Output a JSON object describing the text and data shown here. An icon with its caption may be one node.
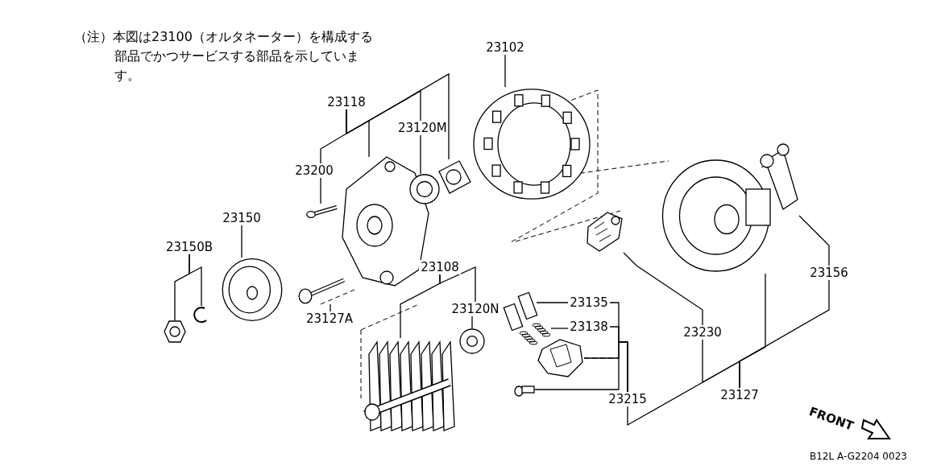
{
  "diagram": {
    "nodes": [
      {
        "text": [
          "23102"
        ]
      },
      {
        "text": [],
        "shape": "picture"
      },
      {
        "text": [
          "23118"
        ]
      },
      {
        "text": [
          "23120M"
        ]
      },
      {
        "text": [
          "23200"
        ]
      },
      {
        "text": [],
        "shape": "picture"
      },
      {
        "text": [],
        "shape": "picture"
      },
      {
        "text": [],
        "shape": "picture"
      },
      {
        "text": [],
        "shape": "picture"
      },
      {
        "text": [
          "23150"
        ]
      },
      {
        "text": [],
        "shape": "picture"
      },
      {
        "text": [
          "23150B"
        ]
      },
      {
        "text": [],
        "shape": "picture"
      },
      {
        "text": [],
        "shape": "picture"
      },
      {
        "text": [
          "23127A"
        ]
      },
      {
        "text": [],
        "shape": "picture"
      },
      {
        "text": [
          "23108"
        ]
      },
      {
        "text": [],
        "shape": "picture"
      },
      {
        "text": [
          "23120N"
        ]
      },
      {
        "text": [],
        "shape": "picture"
      },
      {
        "text": [
          "23135"
        ]
      },
      {
        "text": [],
        "shape": "picture"
      },
      {
        "text": [
          "23138"
        ]
      },
      {
        "text": [],
        "shape": "picture"
      },
      {
        "text": [],
        "shape": "picture"
      },
      {
        "text": [],
        "shape": "picture"
      },
      {
        "text": [
          "23215"
        ]
      },
      {
        "text": [],
        "shape": "picture"
      },
      {
        "text": [],
        "shape": "picture"
      },
      {
        "text": [],
        "shape": "picture"
      },
      {
        "text": [
          "23230"
        ]
      },
      {
        "text": [
          "23127"
        ]
      },
      {
        "text": [
          "23156"
        ]
      }
    ],
    "edges": [
      {
        "from": 0,
        "to": 1,
        "arrow": "none"
      },
      {
        "from": 2,
        "to": 4,
        "arrow": "none"
      },
      {
        "from": 2,
        "to": 5,
        "arrow": "none"
      },
      {
        "from": 2,
        "to": 3,
        "arrow": "none"
      },
      {
        "from": 2,
        "to": 7,
        "arrow": "none"
      },
      {
        "from": 3,
        "to": 6,
        "arrow": "none"
      },
      {
        "from": 4,
        "to": 8,
        "arrow": "none"
      },
      {
        "from": 9,
        "to": 10,
        "arrow": "none"
      },
      {
        "from": 11,
        "to": 12,
        "arrow": "none"
      },
      {
        "from": 11,
        "to": 13,
        "arrow": "none"
      },
      {
        "from": 14,
        "to": 15,
        "arrow": "none"
      },
      {
        "from": 16,
        "to": 17,
        "arrow": "none"
      },
      {
        "from": 16,
        "to": 18,
        "arrow": "none"
      },
      {
        "from": 18,
        "to": 19,
        "arrow": "none"
      },
      {
        "from": 20,
        "to": 21,
        "arrow": "none"
      },
      {
        "from": 22,
        "to": 23,
        "arrow": "none"
      },
      {
        "from": 26,
        "to": 20,
        "arrow": "none"
      },
      {
        "from": 26,
        "to": 22,
        "arrow": "none"
      },
      {
        "from": 26,
        "to": 24,
        "arrow": "none"
      },
      {
        "from": 26,
        "to": 25,
        "arrow": "none"
      },
      {
        "from": 31,
        "to": 26,
        "arrow": "none"
      },
      {
        "from": 31,
        "to": 30,
        "arrow": "none"
      },
      {
        "from": 30,
        "to": 27,
        "arrow": "none"
      },
      {
        "from": 31,
        "to": 28,
        "arrow": "none"
      },
      {
        "from": 31,
        "to": 32,
        "arrow": "none"
      },
      {
        "from": 32,
        "to": 29,
        "arrow": "none"
      }
    ],
    "labels": [
      "（注）本図は23100（オルタネーター）を構成する部品でかつサービスする部品を示しています。",
      "FRONT",
      "B12L A-G2204 0023"
    ]
  }
}
